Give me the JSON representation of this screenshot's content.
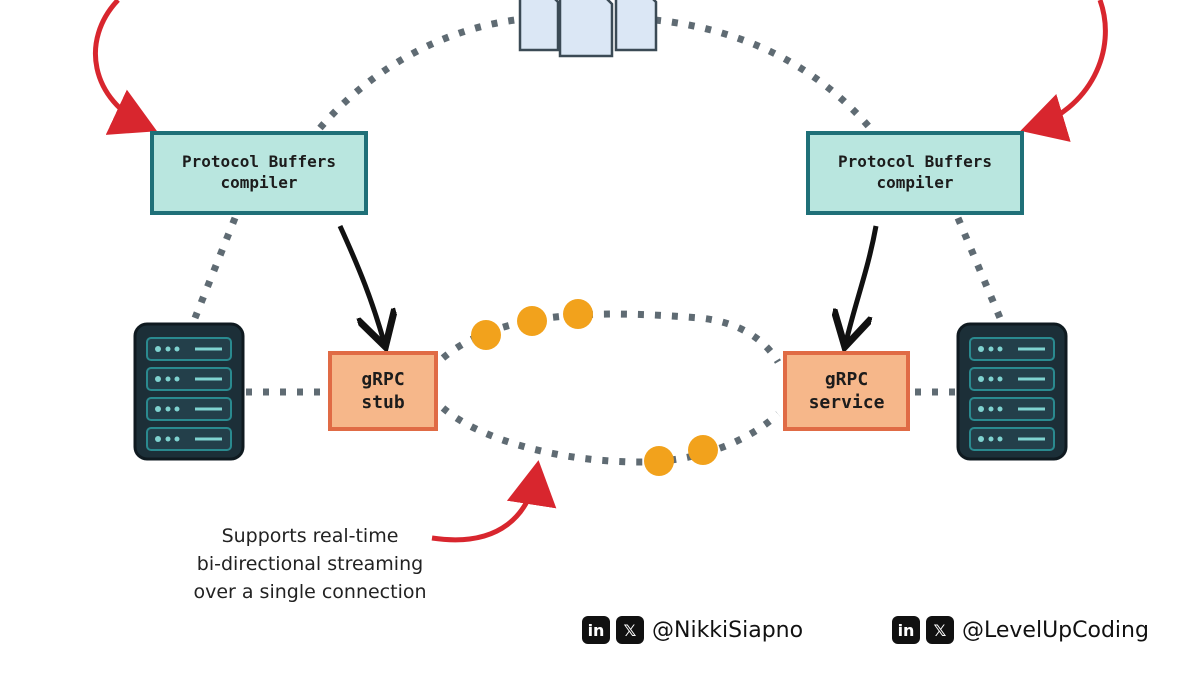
{
  "compilers": {
    "left": {
      "line1": "Protocol Buffers",
      "line2": "compiler"
    },
    "right": {
      "line1": "Protocol Buffers",
      "line2": "compiler"
    }
  },
  "stub": {
    "line1": "gRPC",
    "line2": "stub"
  },
  "service": {
    "line1": "gRPC",
    "line2": "service"
  },
  "annotation": {
    "line1": "Supports real-time",
    "line2": "bi-directional streaming",
    "line3": "over a single connection"
  },
  "credits": [
    {
      "linkedin_icon": "in",
      "x_icon": "𝕏",
      "handle": "@NikkiSiapno"
    },
    {
      "linkedin_icon": "in",
      "x_icon": "𝕏",
      "handle": "@LevelUpCoding"
    }
  ],
  "colors": {
    "compiler_fill": "#b9e6df",
    "compiler_border": "#1f7078",
    "grpc_fill": "#f6b78a",
    "grpc_border": "#e06b45",
    "stream_dots": "#f2a21c",
    "arrow_red": "#d8262e",
    "dotted_line": "#5f6b73",
    "server_body": "#1c2f38",
    "server_slot": "#2a8a8f"
  },
  "icons": [
    "proto-files-icon",
    "server-icon",
    "linkedin-icon",
    "x-icon"
  ]
}
